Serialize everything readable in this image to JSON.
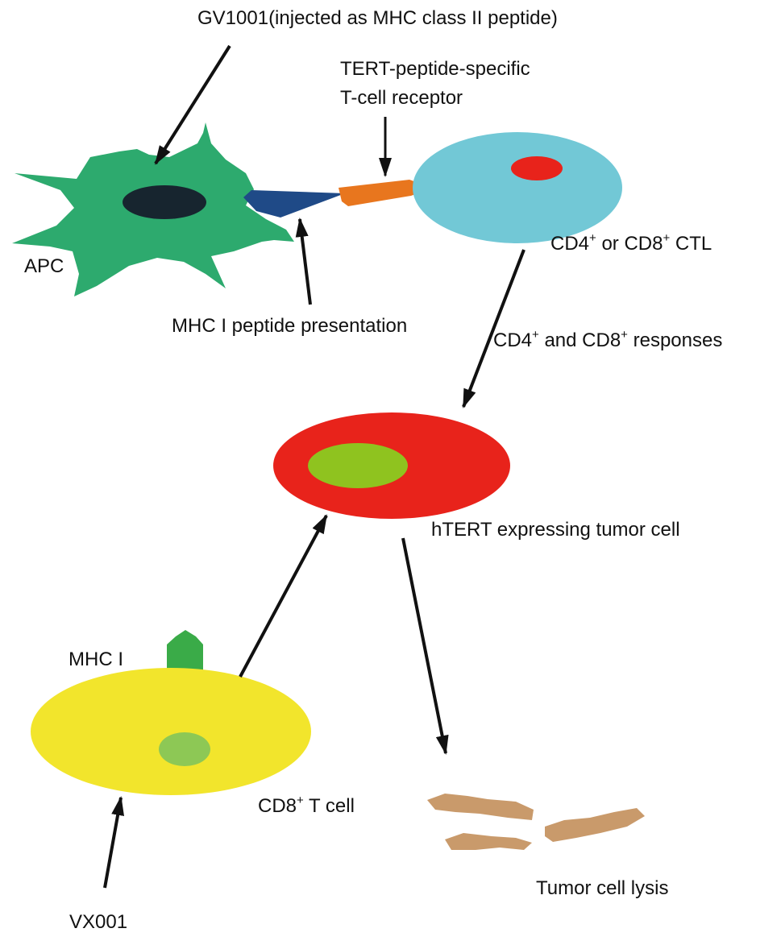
{
  "labels": {
    "gv1001": "GV1001(injected as MHC class II peptide)",
    "tcr_line1": "TERT-peptide-specific",
    "tcr_line2": "T-cell receptor",
    "apc": "APC",
    "mhc1_presentation": "MHC I peptide presentation",
    "ctl": {
      "a": "CD4",
      "a_sup": "+",
      "b": " or CD8",
      "b_sup": "+",
      "c": " CTL"
    },
    "responses": {
      "a": "CD4",
      "a_sup": "+",
      "b": " and CD8",
      "b_sup": "+",
      "c": " responses"
    },
    "tumor_cell": "hTERT expressing tumor cell",
    "mhc1": "MHC I",
    "cd8_tcell": {
      "a": "CD8",
      "a_sup": "+",
      "b": " T cell"
    },
    "vx001": "VX001",
    "lysis": "Tumor cell lysis"
  },
  "colors": {
    "apc_body": "#2daa6e",
    "apc_nucleus": "#17252f",
    "mhc_wedge": "#1f4a87",
    "tcr": "#e8761e",
    "ctl_body": "#72c8d6",
    "ctl_nucleus": "#e8231b",
    "tumor_body": "#e8231b",
    "tumor_nucleus": "#8fc31f",
    "tcell_body": "#f2e52c",
    "tcell_nucleus": "#8dc855",
    "mhc1_molecule": "#3aab48",
    "lysis_fragment": "#c99a6b",
    "arrow": "#111111"
  }
}
